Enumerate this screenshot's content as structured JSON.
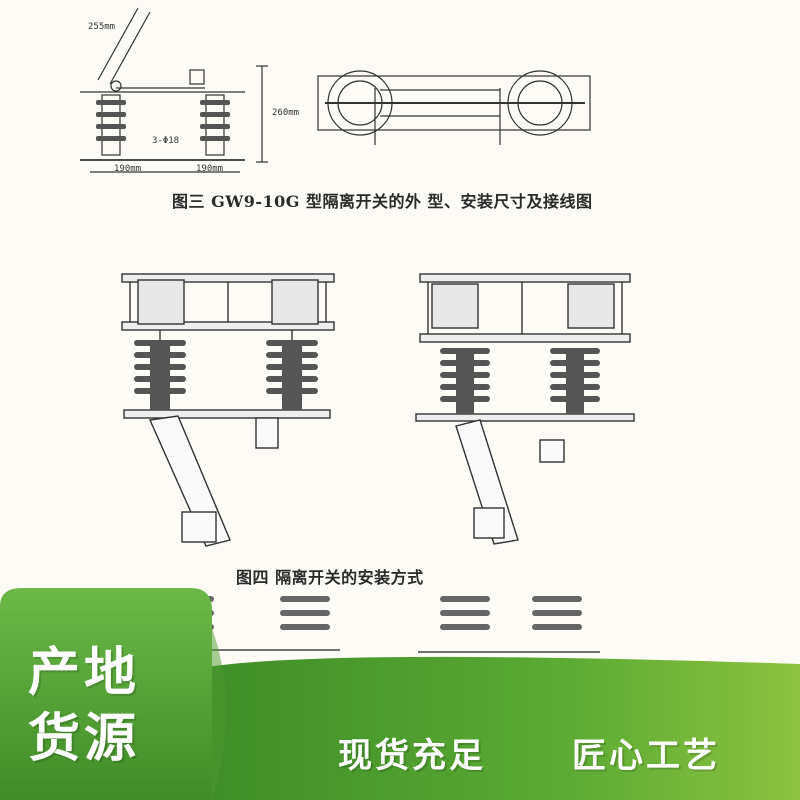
{
  "figure3": {
    "caption": "图三  GW9-10G 型隔离开关的外 型、安装尺寸及接线图",
    "dims": {
      "top_len": "255mm",
      "height": "260mm",
      "hole": "3-Φ18",
      "span1": "190mm",
      "span2": "190mm"
    }
  },
  "figure4": {
    "caption": "图四 隔离开关的安装方式"
  },
  "banner": {
    "badge": "产地\n货源",
    "slogan_left": "现货充足",
    "slogan_right": "匠心工艺",
    "colors": {
      "badge_green": "#5aa63a",
      "band_green": "#4e9a2f",
      "band_light": "#8cc23f"
    }
  }
}
